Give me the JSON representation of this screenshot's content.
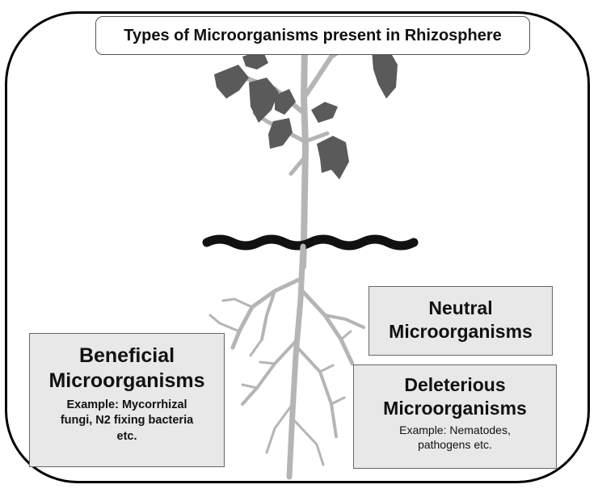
{
  "title": "Types of Microorganisms present in Rhizosphere",
  "boxes": {
    "beneficial": {
      "heading_line1": "Beneficial",
      "heading_line2": "Microorganisms",
      "example_line1": "Example: Mycorrhizal",
      "example_line2": "fungi, N2 fixing bacteria",
      "example_line3": "etc."
    },
    "neutral": {
      "heading_line1": "Neutral",
      "heading_line2": "Microorganisms"
    },
    "deleterious": {
      "heading_line1": "Deleterious",
      "heading_line2": "Microorganisms",
      "example_line1": "Example: Nematodes,",
      "example_line2": "pathogens etc."
    }
  },
  "colors": {
    "leaf": "#5a5a5a",
    "stem": "#b5b5b5",
    "root": "#b5b5b5",
    "soil_line": "#111111",
    "box_fill": "#e8e8e8",
    "frame": "#000000"
  }
}
